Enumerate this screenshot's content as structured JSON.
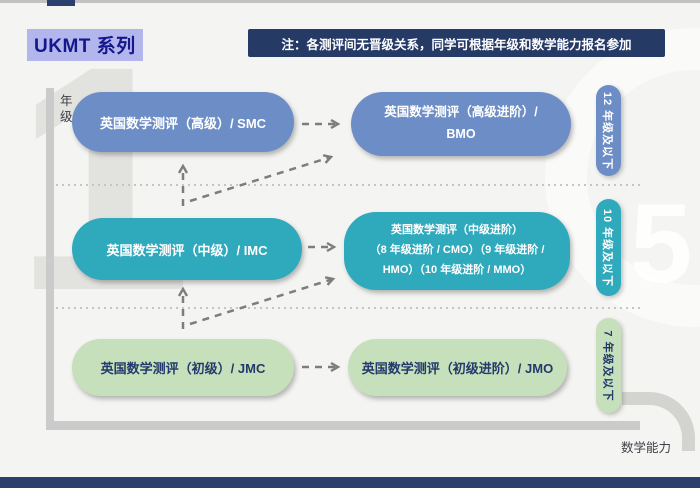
{
  "page": {
    "title": "UKMT 系列",
    "note": "注：各测评间无晋级关系，同学可根据年级和数学能力报名参加"
  },
  "axes": {
    "y_label": "年级",
    "x_label": "数学能力"
  },
  "rows": [
    {
      "level": "senior",
      "color": "#6d8dc6",
      "left_lines": [
        "英国数学测评（高级）/ SMC"
      ],
      "right_lines": [
        "英国数学测评（高级进阶）/",
        "BMO"
      ],
      "grade_label": "12 年级及以下"
    },
    {
      "level": "intermediate",
      "color": "#2fa9bc",
      "left_lines": [
        "英国数学测评（中级）/ IMC"
      ],
      "right_lines": [
        "英国数学测评（中级进阶）",
        "（8 年级进阶 / CMO）（9 年级进阶 /",
        "HMO）（10 年级进阶 / MMO）"
      ],
      "grade_label": "10 年级及以下"
    },
    {
      "level": "junior",
      "color": "#c6e0bb",
      "left_lines": [
        "英国数学测评（初级）/ JMC"
      ],
      "right_lines": [
        "英国数学测评（初级进阶）/ JMO"
      ],
      "grade_label": "7 年级及以下"
    }
  ],
  "connections": [
    {
      "from": "英国数学测评（高级）/ SMC",
      "to": "英国数学测评（高级进阶）/ BMO",
      "style": "dashed-horizontal"
    },
    {
      "from": "英国数学测评（中级）/ IMC",
      "to": "英国数学测评（高级）/ SMC",
      "style": "dashed-vertical-up"
    },
    {
      "from": "英国数学测评（中级）/ IMC",
      "to": "英国数学测评（高级进阶）/ BMO",
      "style": "dashed-diagonal-up"
    },
    {
      "from": "英国数学测评（中级）/ IMC",
      "to": "英国数学测评（中级进阶）",
      "style": "dashed-horizontal"
    },
    {
      "from": "英国数学测评（初级）/ JMC",
      "to": "英国数学测评（中级）/ IMC",
      "style": "dashed-vertical-up"
    },
    {
      "from": "英国数学测评（初级）/ JMC",
      "to": "英国数学测评（中级进阶）",
      "style": "dashed-diagonal-up"
    },
    {
      "from": "英国数学测评（初级）/ JMC",
      "to": "英国数学测评（初级进阶）/ JMO",
      "style": "dashed-horizontal"
    }
  ],
  "decor": {
    "watermark_digit_left": "1",
    "watermark_digit_right": "5"
  },
  "colors": {
    "senior_blue": "#6d8dc6",
    "intermediate_teal": "#2fa9bc",
    "junior_green": "#c6e0bb",
    "banner_navy": "#263a66",
    "title_text": "#15178d",
    "title_highlight": "#b3b5ed",
    "footer_navy": "#2a3f6e",
    "axis_gray": "#cbcbcb",
    "arrow_gray": "#7d7d7d"
  }
}
